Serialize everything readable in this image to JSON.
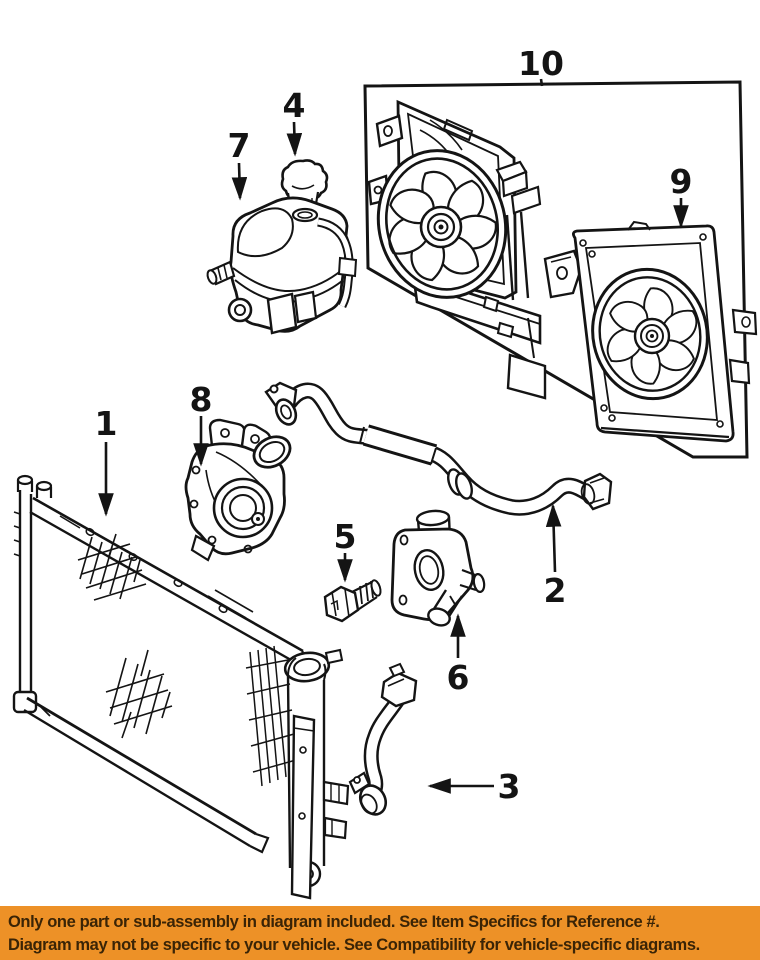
{
  "diagram": {
    "type": "exploded-parts-line-drawing",
    "callouts": [
      {
        "label": "1"
      },
      {
        "label": "2"
      },
      {
        "label": "3"
      },
      {
        "label": "4"
      },
      {
        "label": "5"
      },
      {
        "label": "6"
      },
      {
        "label": "7"
      },
      {
        "label": "8"
      },
      {
        "label": "9"
      },
      {
        "label": "10"
      }
    ]
  },
  "banner": {
    "line1": "Only one part or sub-assembly in diagram included. See Item Specifics for Reference #.",
    "line2": "Diagram may not be specific to your vehicle. See Compatibility for vehicle-specific diagrams."
  },
  "colors": {
    "background": "#FFFFFF",
    "line_color": "#141414",
    "banner_bg": "#ED9127",
    "banner_text": "#3A2406"
  }
}
